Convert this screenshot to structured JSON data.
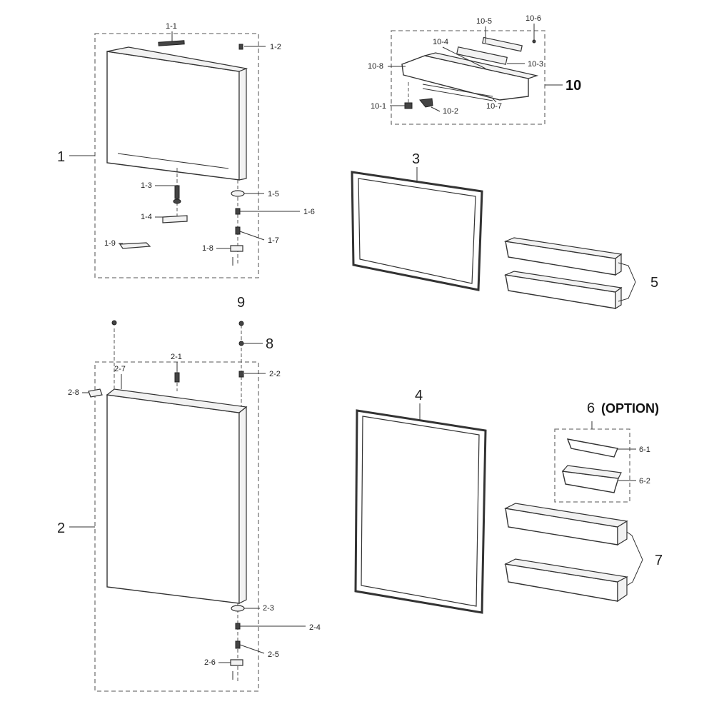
{
  "option_text": "(OPTION)",
  "labels": {
    "l1": "1",
    "l1_1": "1-1",
    "l1_2": "1-2",
    "l1_3": "1-3",
    "l1_4": "1-4",
    "l1_5": "1-5",
    "l1_6": "1-6",
    "l1_7": "1-7",
    "l1_8": "1-8",
    "l1_9": "1-9",
    "l2": "2",
    "l2_1": "2-1",
    "l2_2": "2-2",
    "l2_3": "2-3",
    "l2_4": "2-4",
    "l2_5": "2-5",
    "l2_6": "2-6",
    "l2_7": "2-7",
    "l2_8": "2-8",
    "l3": "3",
    "l4": "4",
    "l5": "5",
    "l6": "6",
    "l6_1": "6-1",
    "l6_2": "6-2",
    "l7": "7",
    "l8": "8",
    "l9": "9",
    "l10": "10",
    "l10_1": "10-1",
    "l10_2": "10-2",
    "l10_3": "10-3",
    "l10_4": "10-4",
    "l10_5": "10-5",
    "l10_6": "10-6",
    "l10_7": "10-7",
    "l10_8": "10-8"
  }
}
